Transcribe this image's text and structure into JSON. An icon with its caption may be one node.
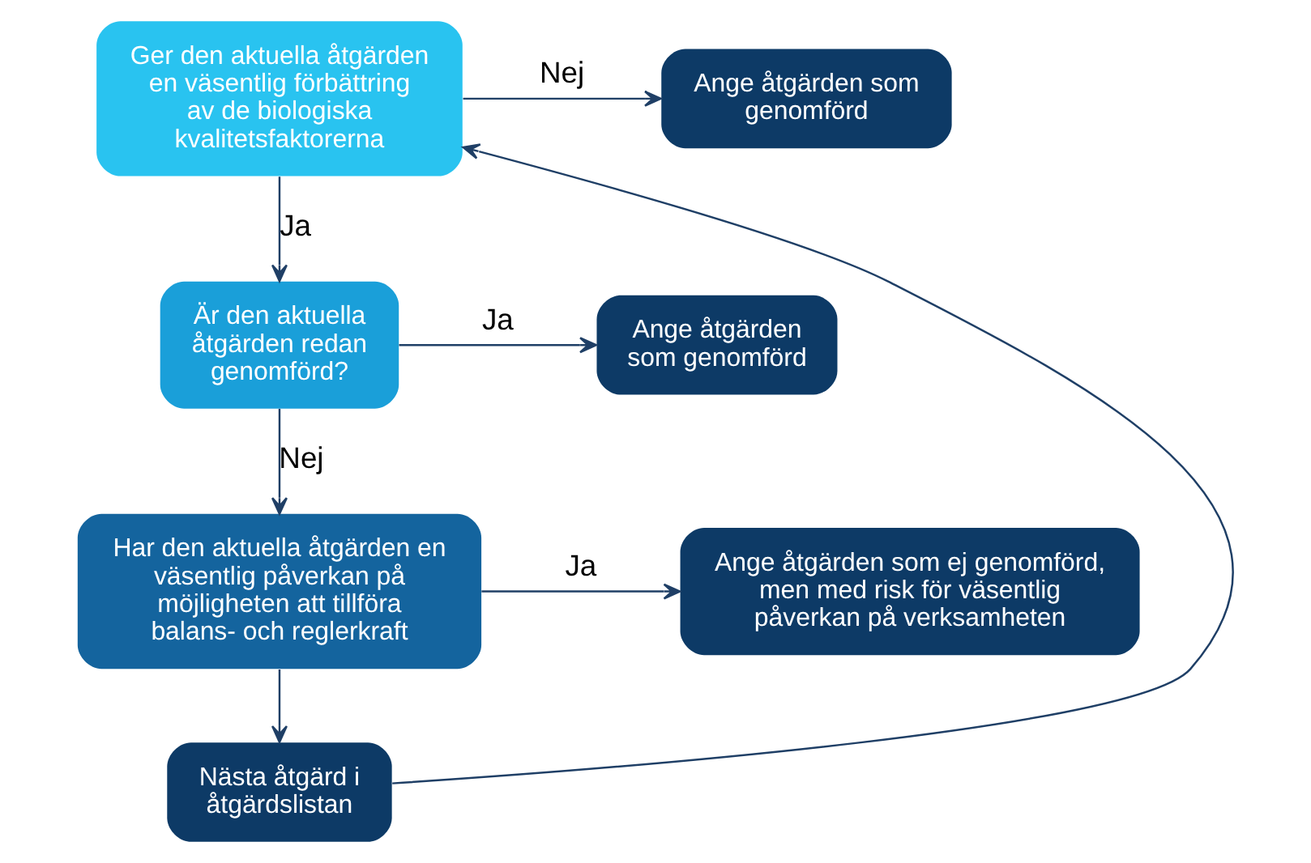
{
  "diagram": {
    "nodes": [
      {
        "text": [
          "Ger den aktuella åtgärden en väsentlig förbättring av de biologiska kvalitetsfaktorerna"
        ]
      },
      {
        "text": [
          "Ange åtgärden som genomförd"
        ]
      },
      {
        "text": [
          "Är den aktuella åtgärden redan genomförd?"
        ]
      },
      {
        "text": [
          "Ange åtgärden som genomförd"
        ]
      },
      {
        "text": [
          "Har den aktuella åtgärden en väsentlig påverkan på möjligheten att tillföra balans- och reglerkraft"
        ]
      },
      {
        "text": [
          "Ange åtgärden som ej genomförd, men med risk för väsentlig påverkan på verksamheten"
        ]
      },
      {
        "text": [
          "Nästa åtgärd i åtgärdslistan"
        ]
      }
    ],
    "edges": [
      {
        "from": 0,
        "to": 1,
        "arrow": "to",
        "label": "Nej"
      },
      {
        "from": 0,
        "to": 2,
        "arrow": "to",
        "label": "Ja"
      },
      {
        "from": 2,
        "to": 3,
        "arrow": "to",
        "label": "Ja"
      },
      {
        "from": 2,
        "to": 4,
        "arrow": "to",
        "label": "Nej"
      },
      {
        "from": 4,
        "to": 5,
        "arrow": "to",
        "label": "Ja"
      },
      {
        "from": 4,
        "to": 6,
        "arrow": "to"
      },
      {
        "from": 6,
        "to": 0,
        "arrow": "to"
      }
    ]
  }
}
